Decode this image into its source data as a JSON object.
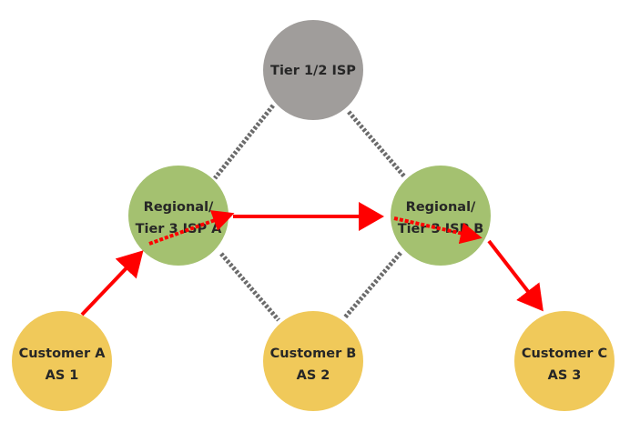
{
  "diagram": {
    "colors": {
      "tier1": "#a09d9b",
      "regional": "#a4c170",
      "customer": "#f0c95a",
      "peer_link": "#6b6b6b",
      "route_arrow": "#ff0000",
      "label_text": "#262626"
    },
    "nodes": [
      {
        "id": "tier1",
        "lines": [
          "Tier 1/2 ISP"
        ],
        "kind": "tier1"
      },
      {
        "id": "regionalA",
        "lines": [
          "Regional/",
          "Tier 3 ISP A"
        ],
        "kind": "regional"
      },
      {
        "id": "regionalB",
        "lines": [
          "Regional/",
          "Tier 3 ISP B"
        ],
        "kind": "regional"
      },
      {
        "id": "customerA",
        "lines": [
          "Customer A",
          "AS 1"
        ],
        "kind": "customer"
      },
      {
        "id": "customerB",
        "lines": [
          "Customer B",
          "AS 2"
        ],
        "kind": "customer"
      },
      {
        "id": "customerC",
        "lines": [
          "Customer C",
          "AS 3"
        ],
        "kind": "customer"
      }
    ],
    "links": [
      {
        "from": "tier1",
        "to": "regionalA",
        "style": "dotted"
      },
      {
        "from": "tier1",
        "to": "regionalB",
        "style": "dotted"
      },
      {
        "from": "regionalA",
        "to": "customerB",
        "style": "dotted"
      },
      {
        "from": "regionalB",
        "to": "customerB",
        "style": "dotted"
      }
    ],
    "route": [
      {
        "from": "customerA",
        "to": "regionalA",
        "style": "solid-arrow"
      },
      {
        "from": "regionalA",
        "to": "regionalA",
        "style": "dotted-arrow-internal"
      },
      {
        "from": "regionalA",
        "to": "regionalB",
        "style": "solid-arrow"
      },
      {
        "from": "regionalB",
        "to": "regionalB",
        "style": "dotted-arrow-internal"
      },
      {
        "from": "regionalB",
        "to": "customerC",
        "style": "solid-arrow"
      }
    ]
  }
}
